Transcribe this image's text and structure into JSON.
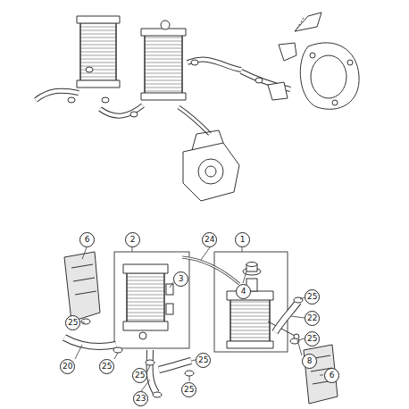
{
  "diagram": {
    "labels": [
      "6",
      "2",
      "24",
      "1",
      "4",
      "3",
      "25",
      "22",
      "25",
      "25",
      "20",
      "25",
      "8",
      "25",
      "25",
      "6",
      "23",
      "25"
    ]
  }
}
